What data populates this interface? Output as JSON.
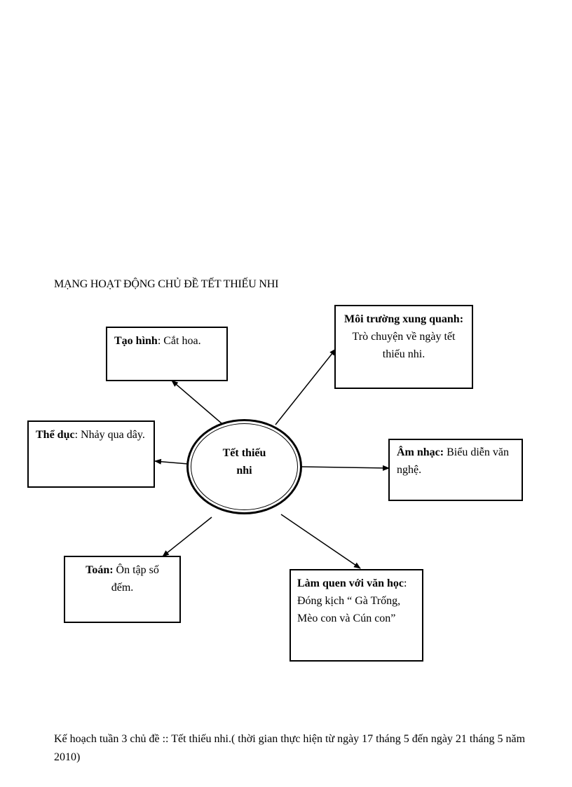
{
  "heading": "MẠNG HOẠT ĐỘNG CHỦ ĐỀ TẾT THIẾU NHI",
  "center": {
    "line1": "Tết thiếu",
    "line2": "nhi"
  },
  "nodes": {
    "tao_hinh": {
      "label": "Tạo hình",
      "text": ": Cắt hoa."
    },
    "moi_truong": {
      "label": "Môi trường xung quanh:",
      "text": " Trò chuyện về ngày tết thiếu nhi."
    },
    "the_duc": {
      "label": "Thể dục",
      "text": ": Nhảy qua dây."
    },
    "am_nhac": {
      "label": "Âm nhạc:",
      "text": " Biểu diễn văn nghệ."
    },
    "toan": {
      "label": "Toán:",
      "text": " Ôn tập số đếm."
    },
    "van_hoc": {
      "label": "Làm quen với văn học",
      "text": ": Đóng kịch “ Gà Trống, Mèo con và Cún con”"
    }
  },
  "footer": "Kế hoạch tuần 3 chủ đề :: Tết thiếu nhi.( thời gian thực hiện từ ngày 17 tháng 5 đến ngày 21 tháng 5 năm 2010)"
}
